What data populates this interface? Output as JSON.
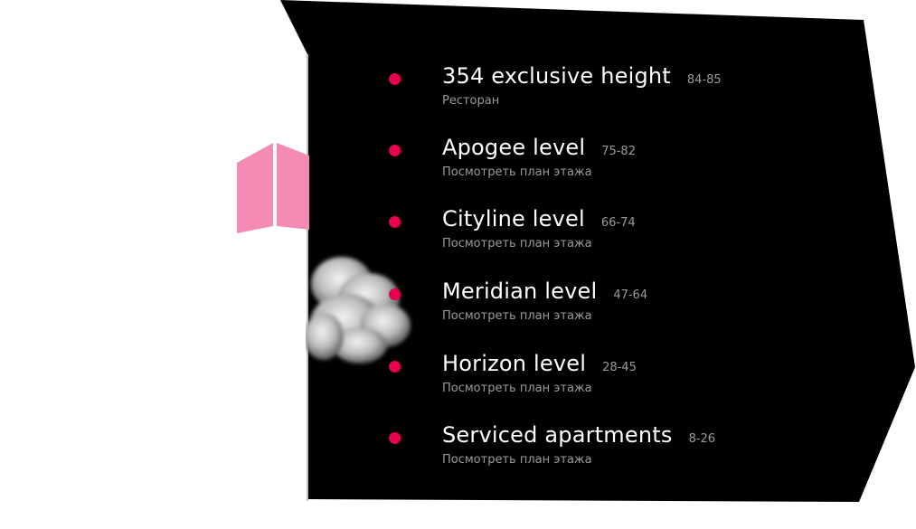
{
  "floors": [
    {
      "name": "354 exclusive height",
      "range": "84-85",
      "subtitle": "Ресторан"
    },
    {
      "name": "Apogee level",
      "range": "75-82",
      "subtitle": "Посмотреть план этажа"
    },
    {
      "name": "Cityline level",
      "range": "66-74",
      "subtitle": "Посмотреть план этажа"
    },
    {
      "name": "Meridian level",
      "range": "47-64",
      "subtitle": "Посмотреть план этажа"
    },
    {
      "name": "Horizon level",
      "range": "28-45",
      "subtitle": "Посмотреть план этажа"
    },
    {
      "name": "Serviced apartments",
      "range": "8-26",
      "subtitle": "Посмотреть план этажа"
    }
  ],
  "colors": {
    "panel": "#000000",
    "bullet": "#e6004d",
    "marker": "#f48bb4",
    "title_text": "#ffffff",
    "muted_text": "#9a9a9a"
  },
  "icons": {
    "marker": "tower-floor-marker-icon",
    "decoration": "cloud-icon",
    "bullet": "bullet-dot-icon"
  }
}
